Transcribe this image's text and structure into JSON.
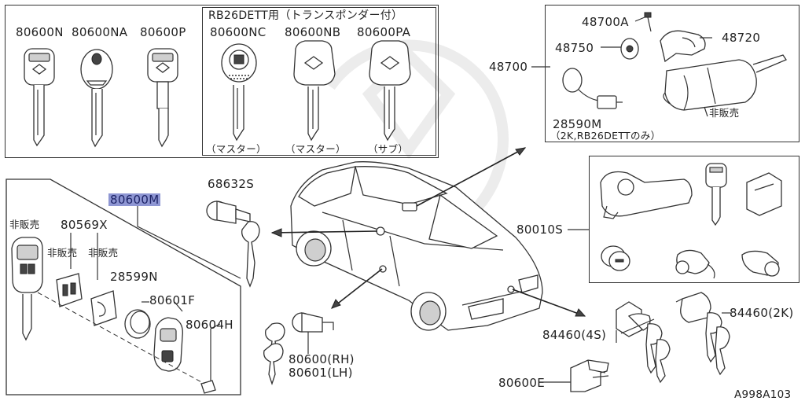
{
  "diagram": {
    "ref_code": "A998A103",
    "top_left": {
      "keys": [
        {
          "part": "80600N"
        },
        {
          "part": "80600NA"
        },
        {
          "part": "80600P"
        }
      ]
    },
    "transponder_box": {
      "header": "RB26DETT用（トランスポンダー付）",
      "keys": [
        {
          "part": "80600NC",
          "note": "（マスター）"
        },
        {
          "part": "80600NB",
          "note": "（マスター）"
        },
        {
          "part": "80600PA",
          "note": "（サブ）"
        }
      ]
    },
    "ignition_box": {
      "assembly": "48700",
      "parts": [
        "48700A",
        "48720",
        "48750",
        "28590M"
      ],
      "note_28590": "（2K,RB26DETTのみ）",
      "not_sold": "非販売"
    },
    "kit_box": {
      "assembly": "80010S"
    },
    "key_parts": {
      "highlighted": "80600M",
      "parts": [
        "80569X",
        "28599N",
        "80601F",
        "80604H"
      ],
      "not_sold_1": "非販売",
      "not_sold_2": "非販売",
      "not_sold_3": "非販売"
    },
    "door_locks": {
      "glove": "68632S",
      "rh": "80600(RH)",
      "lh": "80601(LH)"
    },
    "trunk_locks": {
      "four_door": "84460(4S)",
      "two_door": "84460(2K)",
      "bracket": "80600E"
    }
  }
}
